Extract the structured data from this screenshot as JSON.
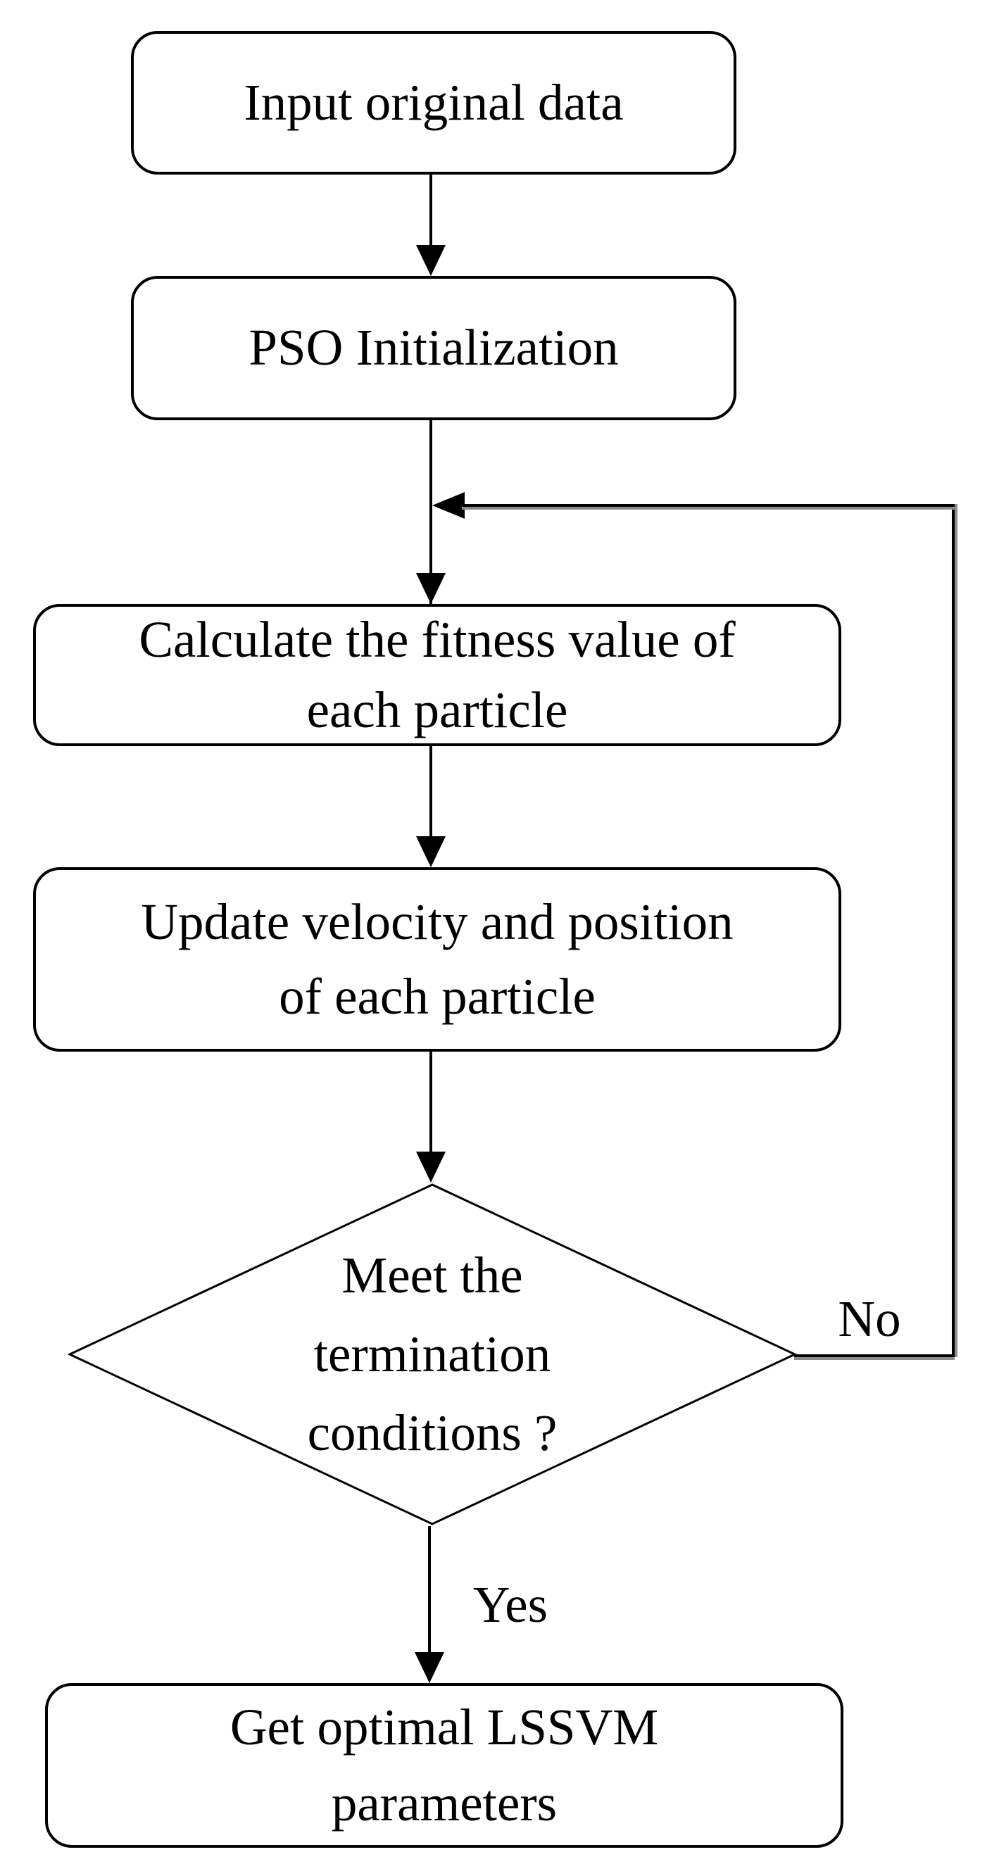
{
  "flowchart": {
    "nodes": {
      "input": {
        "label": "Input original data"
      },
      "init": {
        "label": "PSO Initialization"
      },
      "fitness": {
        "lines": [
          "Calculate the fitness value of",
          "each particle"
        ]
      },
      "update": {
        "lines": [
          "Update velocity and position",
          "of each particle"
        ]
      },
      "decision": {
        "lines": [
          "Meet the",
          "termination",
          "conditions ?"
        ]
      },
      "output": {
        "lines": [
          "Get optimal LSSVM",
          "parameters"
        ]
      }
    },
    "branch_labels": {
      "no": "No",
      "yes": "Yes"
    },
    "colors": {
      "stroke": "#000000",
      "text": "#000000",
      "node_fill": "#ffffff",
      "loop_line_shadow": "#8c8c8c",
      "background": "#ffffff"
    }
  }
}
